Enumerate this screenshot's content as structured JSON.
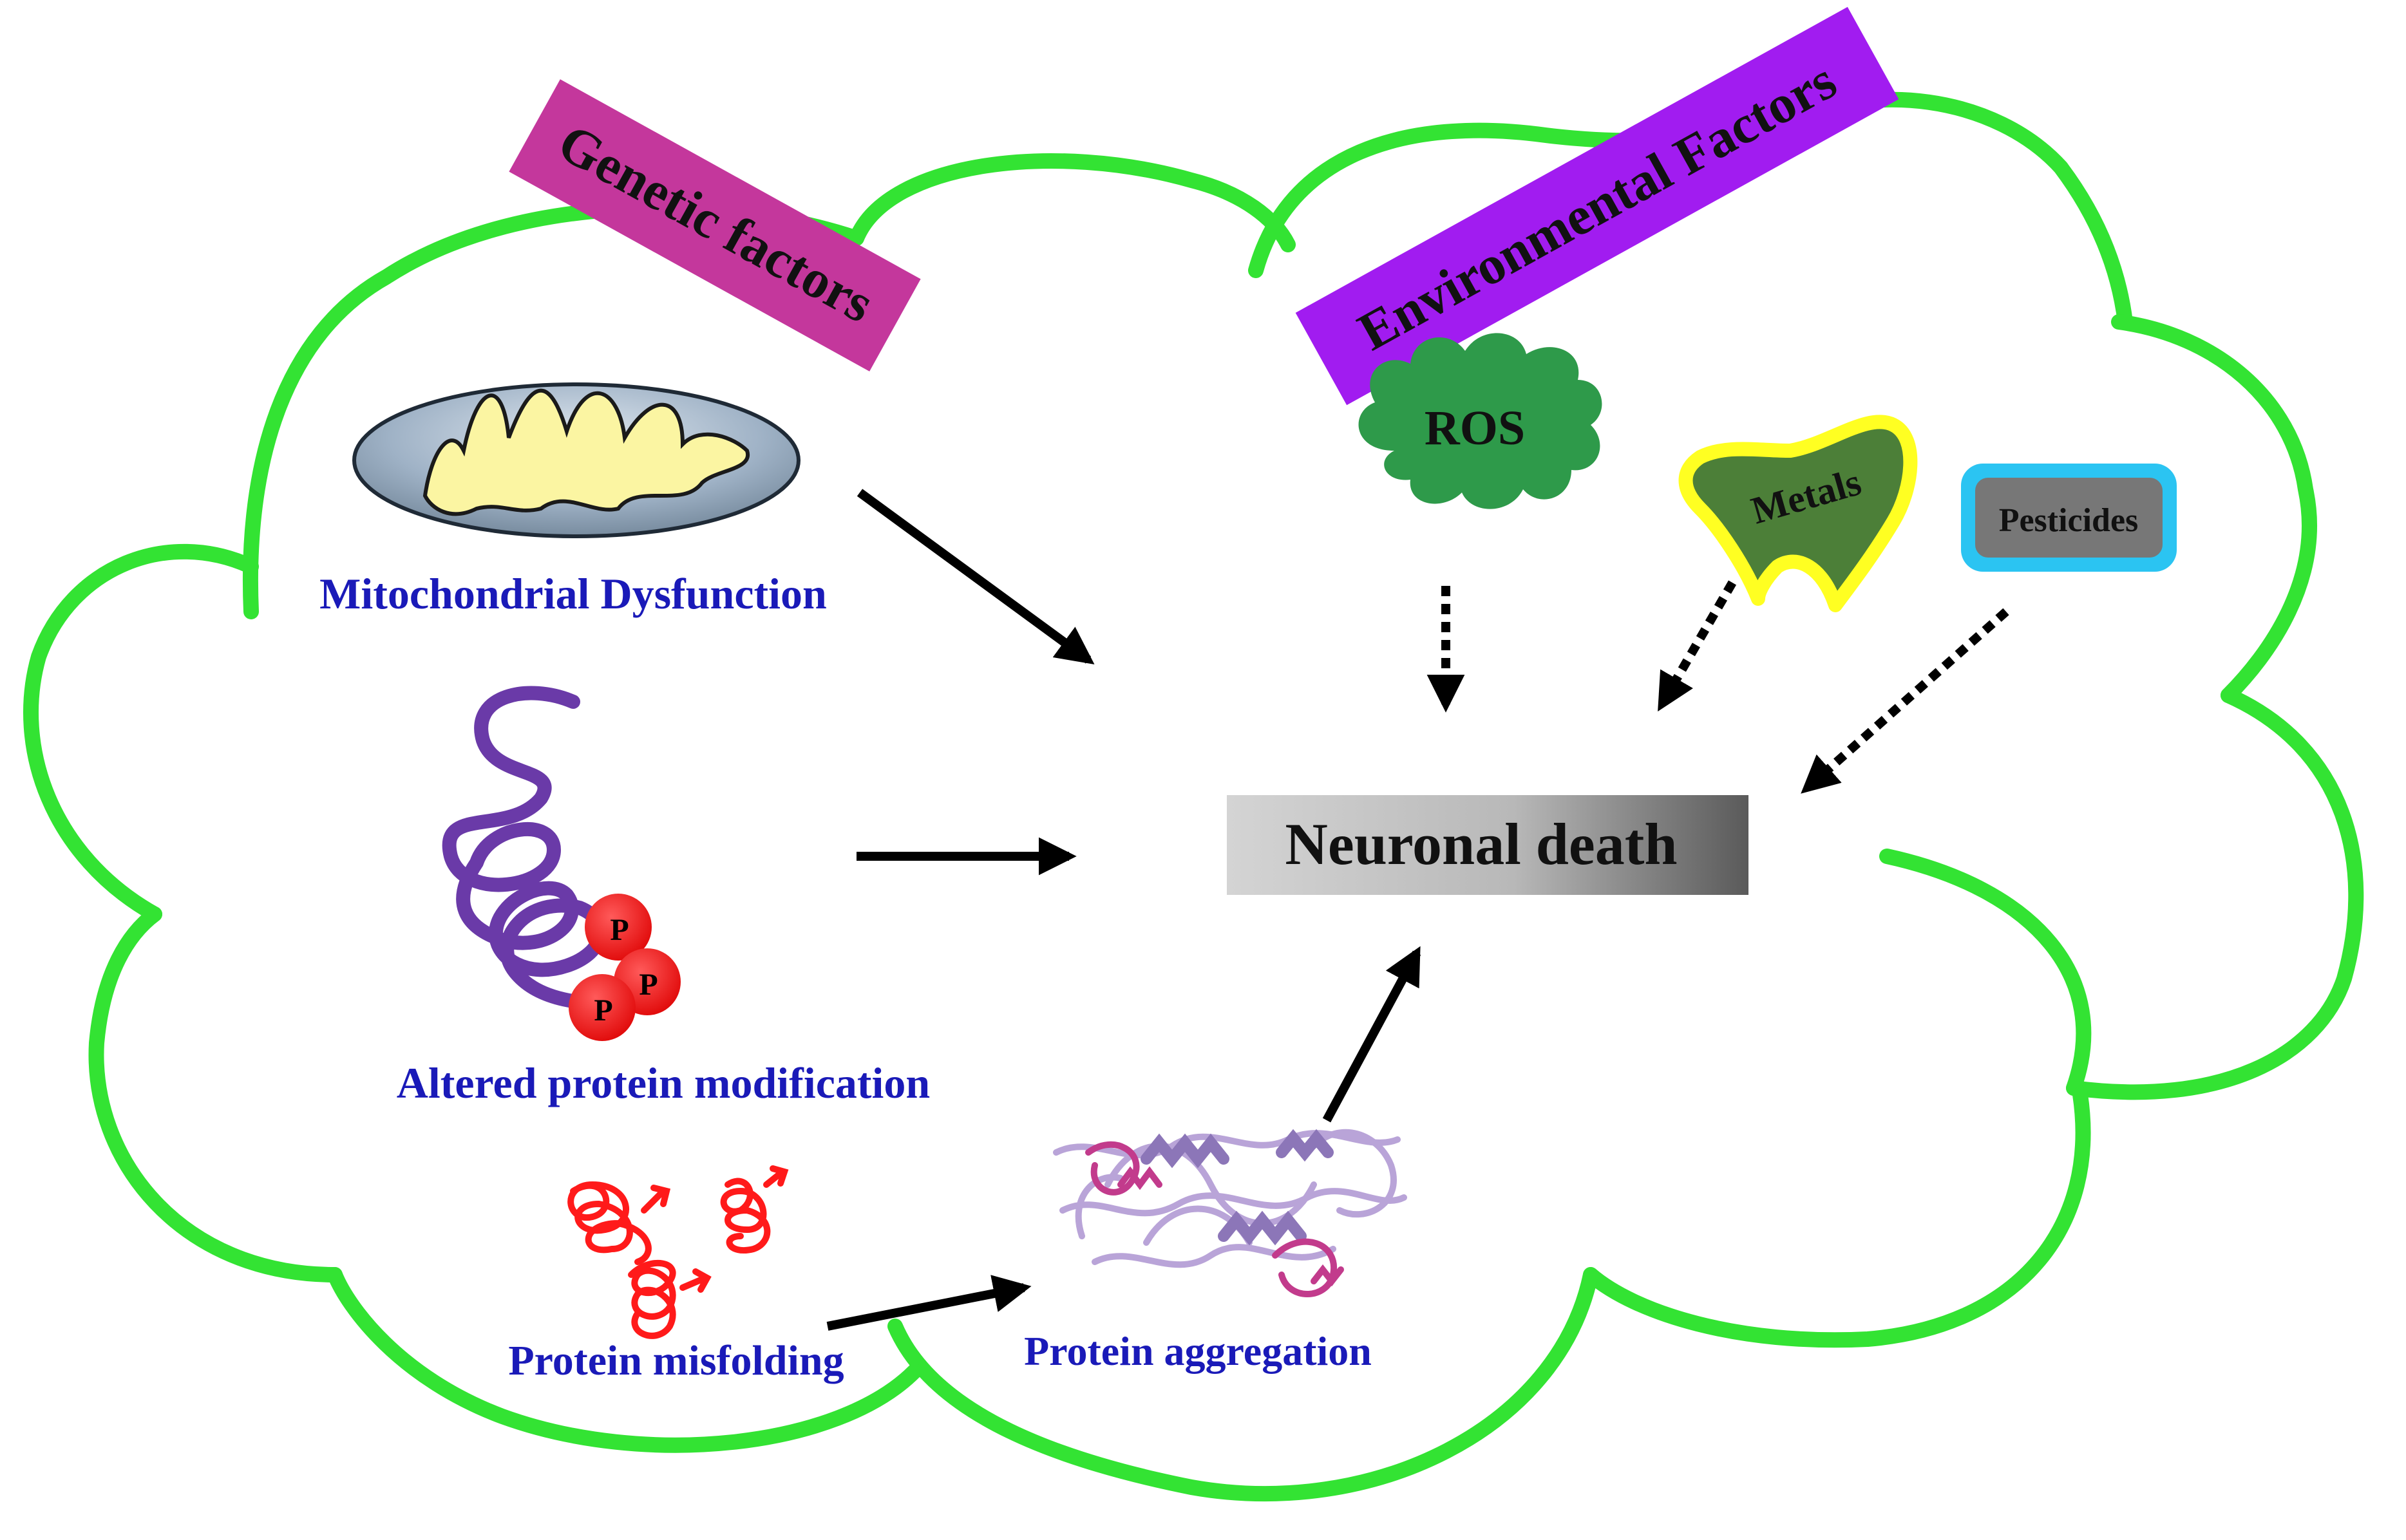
{
  "labels": {
    "genetic": "Genetic factors",
    "environmental": "Environmental Factors",
    "mitochondrial": "Mitochondrial Dysfunction",
    "altered": "Altered protein modification",
    "misfolding": "Protein  misfolding",
    "aggregation": "Protein aggregation",
    "neuronal_death": "Neuronal death",
    "ros": "ROS",
    "metals": "Metals",
    "pesticides": "Pesticides",
    "phospho": "P"
  },
  "colors": {
    "cloud_outline": "#33e333",
    "genetic_banner": "#c4379c",
    "environmental_banner": "#a11cf0",
    "label_text": "#1a1ab8",
    "ros_cloud": "#2e9a4a",
    "metals_fill": "#4c7f38",
    "metals_outline": "#ffff22",
    "pesticides_fill": "#777777",
    "pesticides_outline": "#2bc4f2",
    "phospho_ball": "#f21010",
    "protein_coil": "#6a3aa8",
    "misfold_coil": "#ff1a1a",
    "mitochondria_outer": "#8fa4ba",
    "mitochondria_inner": "#fbf5a2",
    "arrow": "#000000"
  }
}
